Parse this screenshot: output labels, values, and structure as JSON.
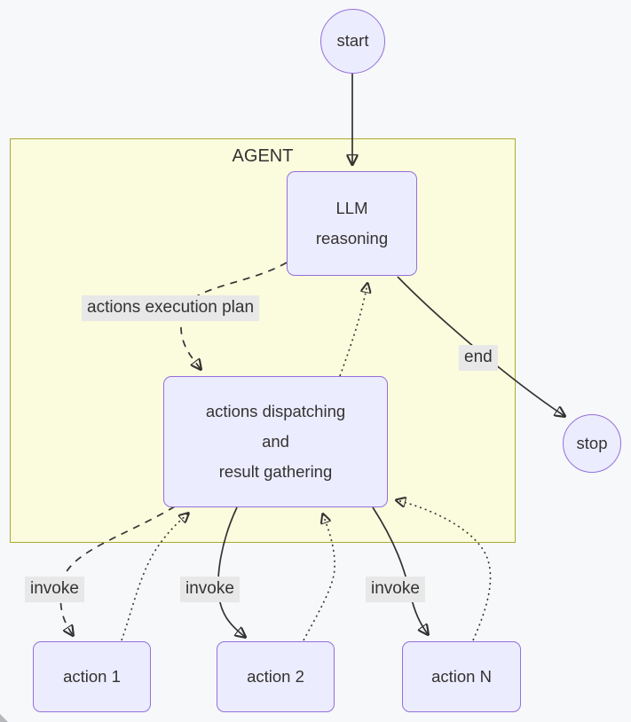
{
  "agent_group": {
    "title": "AGENT"
  },
  "nodes": {
    "start": {
      "label": "start"
    },
    "llm": {
      "line1": "LLM",
      "line2": "reasoning"
    },
    "dispatcher": {
      "line1": "actions dispatching",
      "line2": "and",
      "line3": "result gathering"
    },
    "stop": {
      "label": "stop"
    },
    "action1": {
      "label": "action 1"
    },
    "action2": {
      "label": "action 2"
    },
    "actionN": {
      "label": "action N"
    }
  },
  "edge_labels": {
    "execution_plan": "actions execution plan",
    "end": "end",
    "invoke_1": "invoke",
    "invoke_2": "invoke",
    "invoke_3": "invoke"
  },
  "colors": {
    "background": "#f7f8fa",
    "node_fill": "#ececff",
    "node_border": "#9370db",
    "subgraph_fill": "#fbfbde",
    "subgraph_border": "#aaaa33",
    "edge_stroke": "#333333",
    "edge_label_bg": "#e8e8e8",
    "text": "#333333"
  }
}
